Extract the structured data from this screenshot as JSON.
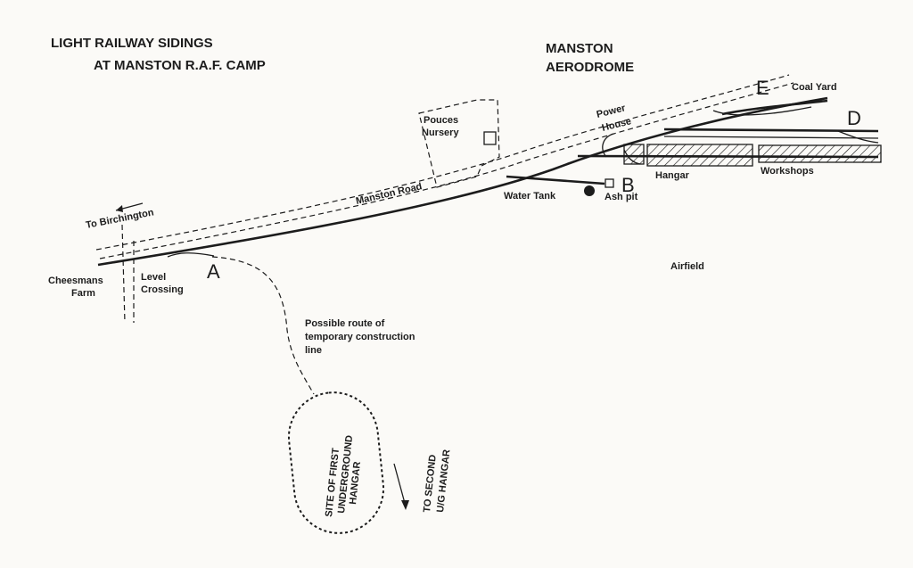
{
  "title": {
    "line1": "LIGHT RAILWAY SIDINGS",
    "line2": "AT MANSTON R.A.F. CAMP"
  },
  "aerodrome": {
    "line1": "MANSTON",
    "line2": "AERODROME"
  },
  "labels": {
    "coal_yard": "Coal Yard",
    "power_house_1": "Power",
    "power_house_2": "House",
    "pouces_1": "Pouces",
    "pouces_2": "Nursery",
    "manston_road": "Manston Road",
    "hangar": "Hangar",
    "workshops": "Workshops",
    "water_tank": "Water Tank",
    "ash_pit": "Ash pit",
    "airfield": "Airfield",
    "to_birchington": "To Birchington",
    "cheesmans_1": "Cheesmans",
    "cheesmans_2": "Farm",
    "level_1": "Level",
    "level_2": "Crossing",
    "route_1": "Possible route of",
    "route_2": "temporary construction",
    "route_3": "line",
    "site_1": "SITE OF FIRST",
    "site_2": "UNDERGROUND",
    "site_3": "HANGAR",
    "second_1": "TO SECOND",
    "second_2": "U/G HANGAR"
  },
  "points": {
    "a": "A",
    "b": "B",
    "d": "D",
    "e": "E"
  }
}
